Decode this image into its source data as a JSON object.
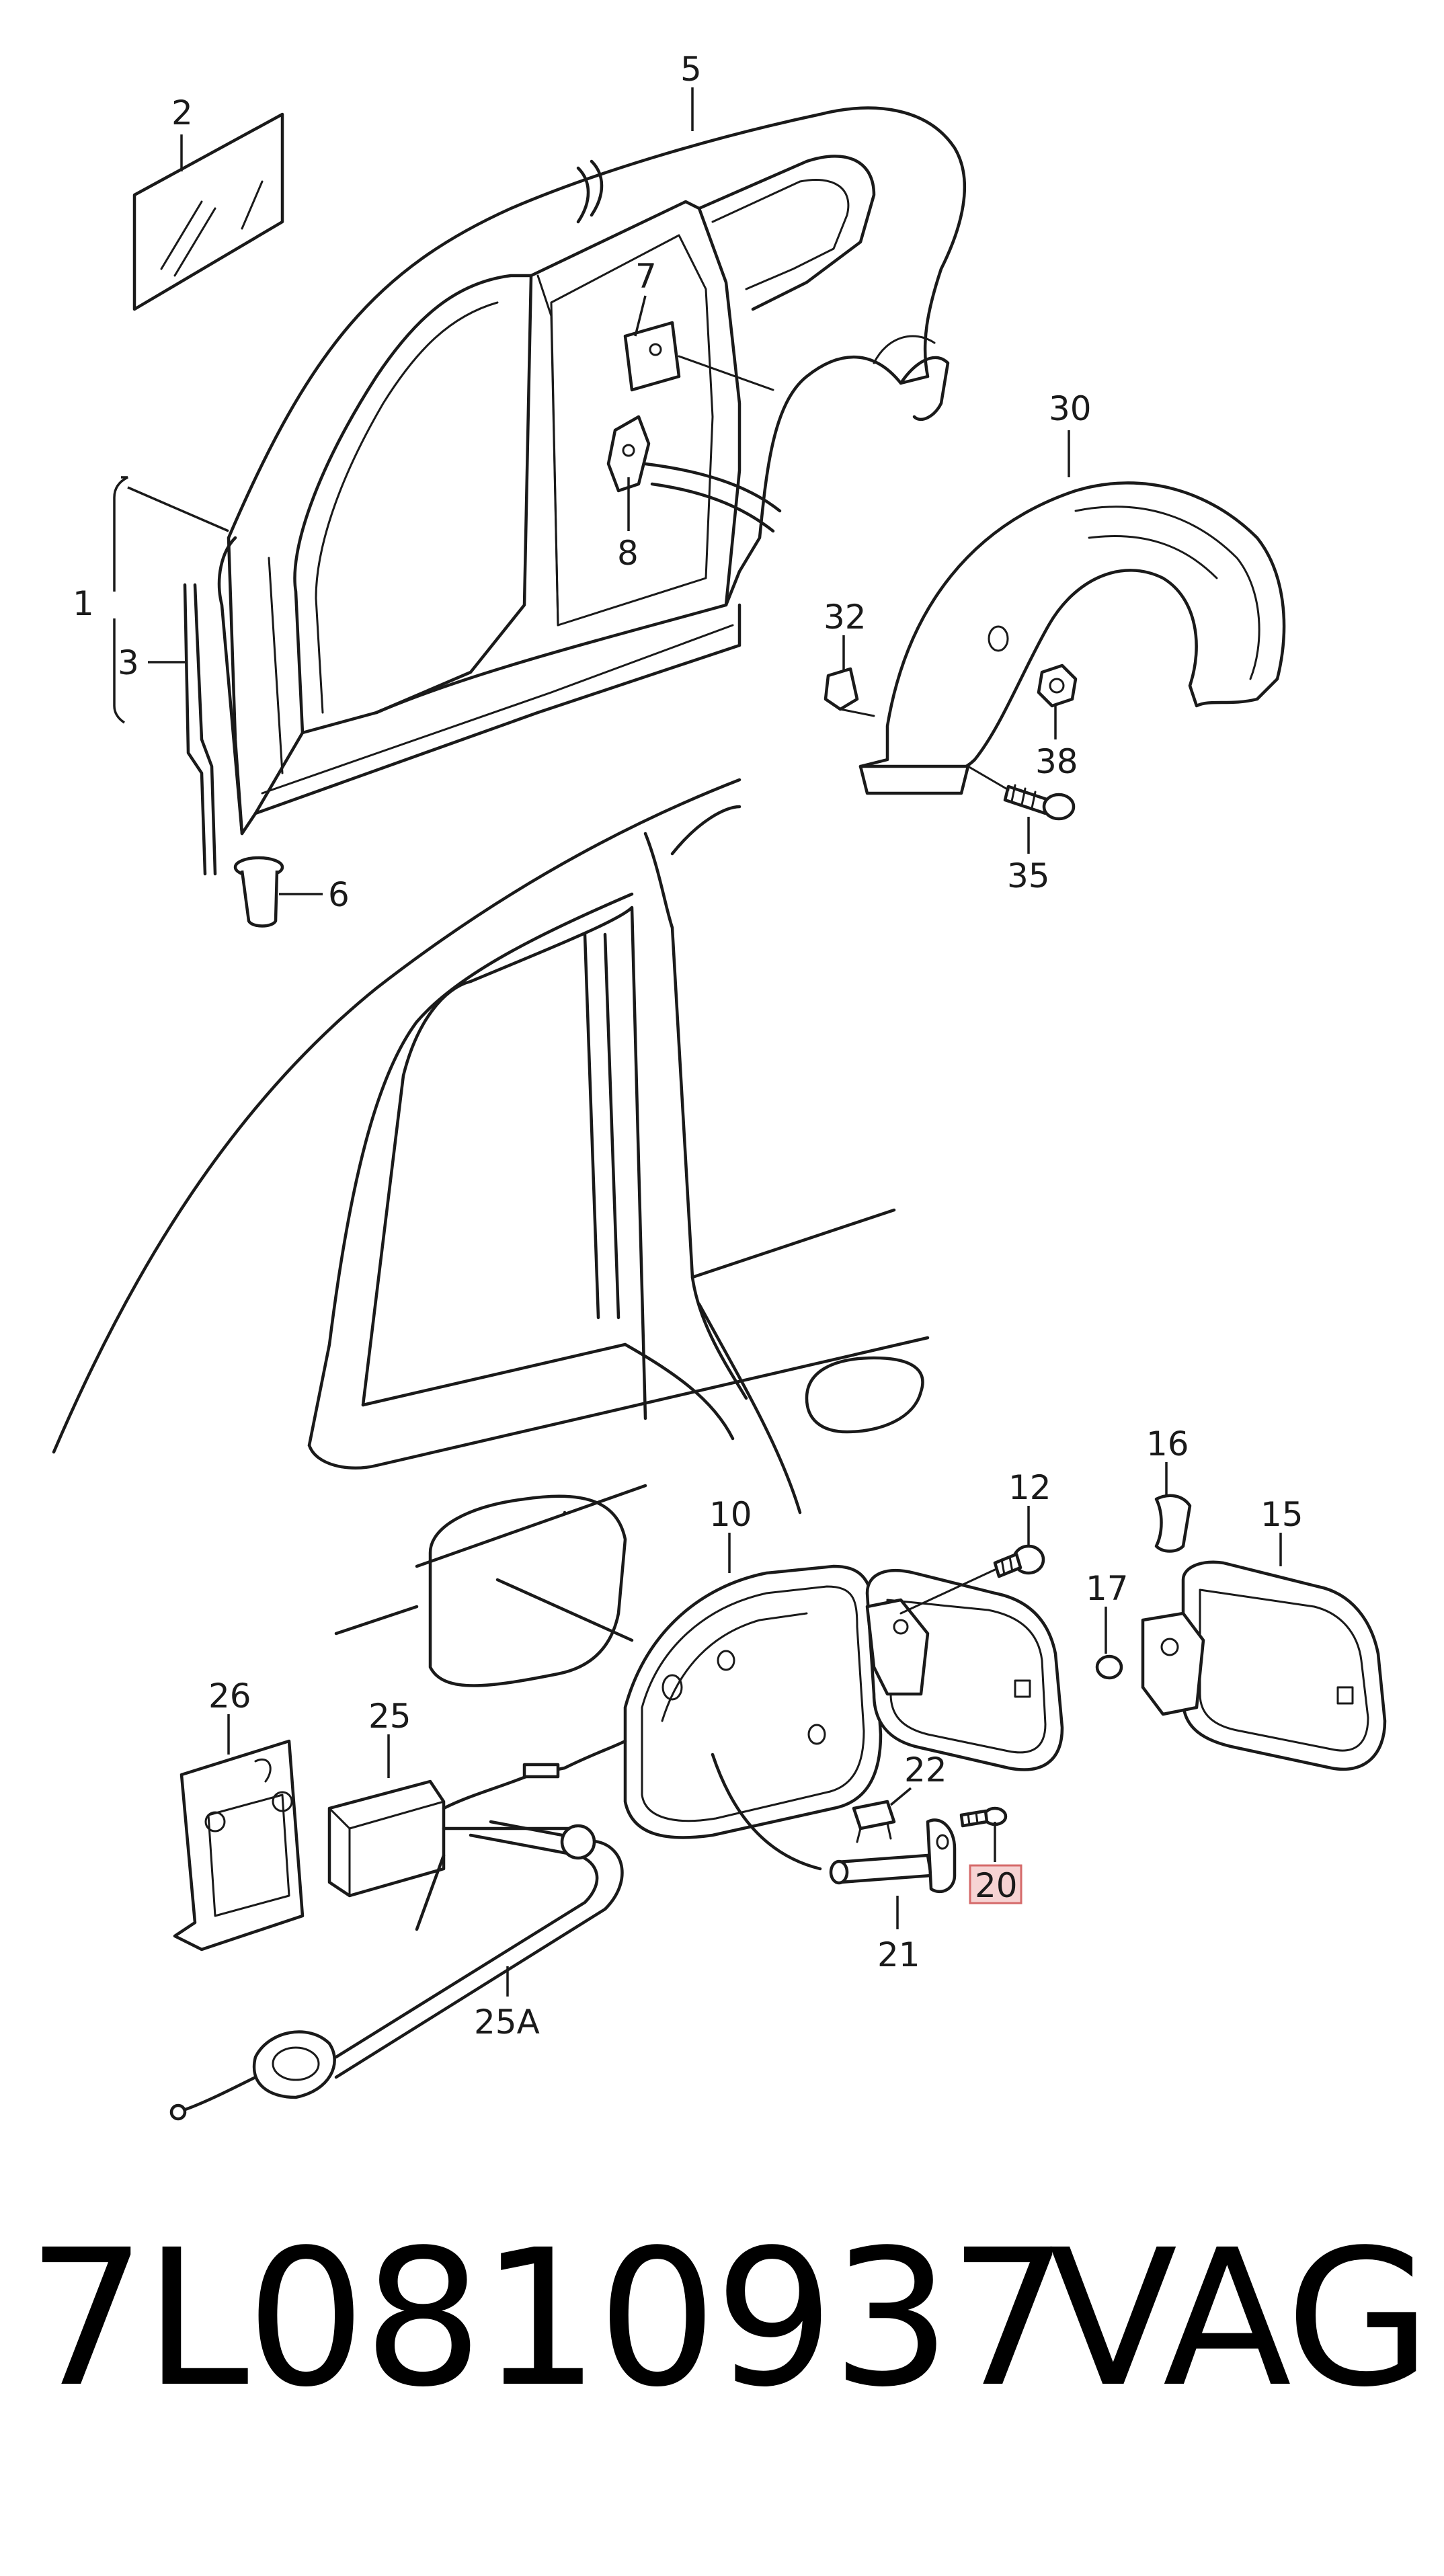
{
  "callouts": {
    "c1": "1",
    "c2": "2",
    "c3": "3",
    "c5": "5",
    "c6": "6",
    "c7": "7",
    "c8": "8",
    "c10": "10",
    "c12": "12",
    "c15": "15",
    "c16": "16",
    "c17": "17",
    "c20": "20",
    "c21": "21",
    "c22": "22",
    "c25": "25",
    "c25a": "25A",
    "c26": "26",
    "c30": "30",
    "c32": "32",
    "c35": "35",
    "c38": "38"
  },
  "highlighted_callout": "20",
  "footer": {
    "part_number": "7L0810937",
    "brand": "VAG"
  },
  "colors": {
    "line": "#1a1a1a",
    "highlight_fill": "#f6d3d3",
    "highlight_stroke": "#d56a6a"
  }
}
